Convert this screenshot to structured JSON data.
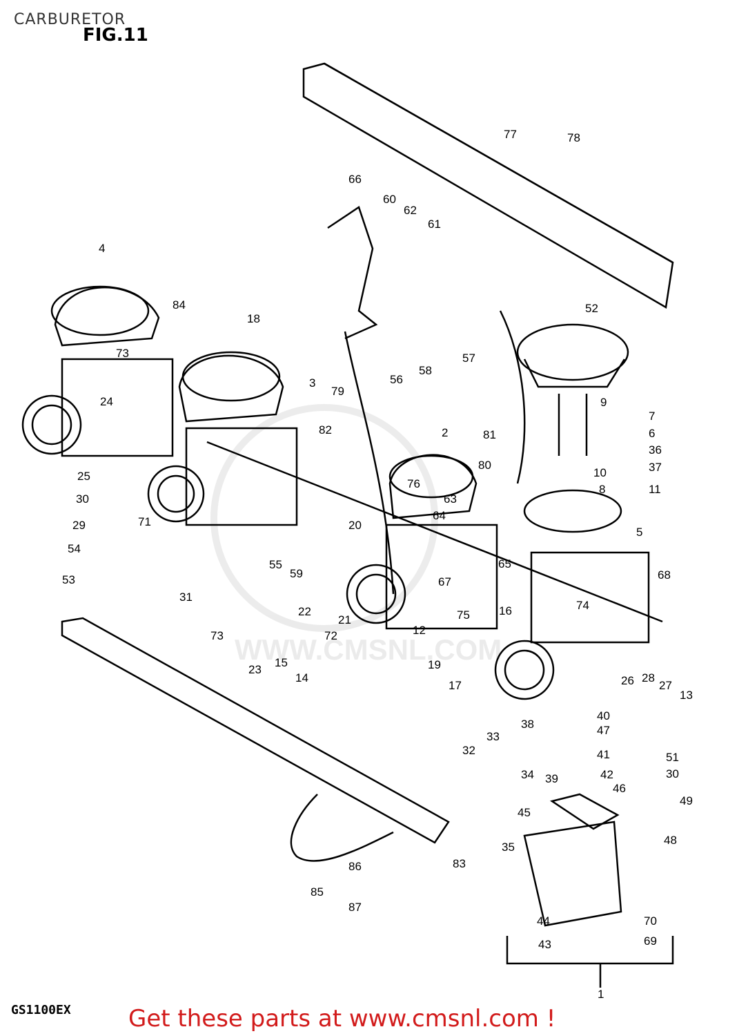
{
  "header": {
    "title": "CARBURETOR",
    "figure": "FIG.11"
  },
  "footer": {
    "model": "GS1100EX",
    "cta": "Get these parts at www.cmsnl.com !"
  },
  "watermark": {
    "text": "WWW.CMSNL.COM"
  },
  "colors": {
    "line": "#000000",
    "cta": "#d21b1b",
    "watermark": "#d9d9d9"
  },
  "part_labels": [
    "77",
    "78",
    "66",
    "60",
    "62",
    "61",
    "4",
    "84",
    "18",
    "52",
    "73",
    "3",
    "24",
    "79",
    "56",
    "58",
    "57",
    "9",
    "7",
    "6",
    "36",
    "37",
    "10",
    "8",
    "11",
    "5",
    "25",
    "82",
    "2",
    "81",
    "30",
    "71",
    "80",
    "76",
    "63",
    "64",
    "20",
    "29",
    "54",
    "53",
    "31",
    "55",
    "59",
    "22",
    "21",
    "72",
    "65",
    "67",
    "68",
    "75",
    "16",
    "74",
    "73b",
    "23",
    "15",
    "14",
    "12",
    "19",
    "17",
    "26",
    "28",
    "27",
    "13",
    "40",
    "47",
    "38",
    "41",
    "51",
    "30b",
    "42",
    "46",
    "49",
    "34",
    "39",
    "33",
    "32",
    "45",
    "48",
    "35",
    "86",
    "83",
    "85",
    "87",
    "44",
    "70",
    "43",
    "69",
    "1"
  ]
}
